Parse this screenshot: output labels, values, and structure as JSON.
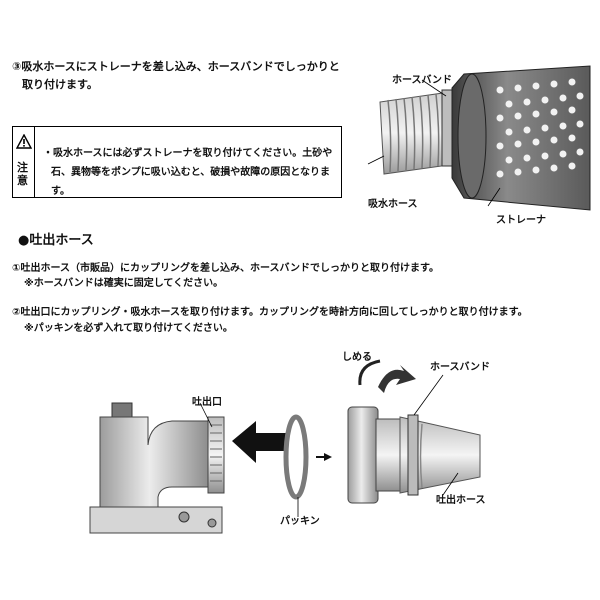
{
  "step3": {
    "line1": "③吸水ホースにストレーナを差し込み、ホースバンドでしっかりと",
    "line2": "取り付けます。"
  },
  "caution": {
    "word_top": "注",
    "word_bottom": "意",
    "line1": "・吸水ホースには必ずストレーナを取り付けてください。土砂や",
    "line2": "石、異物等をポンプに吸い込むと、破損や故障の原因となります。"
  },
  "strainer_figure": {
    "label_band": "ホースバンド",
    "label_hose": "吸水ホース",
    "label_strainer": "ストレーナ"
  },
  "discharge": {
    "heading": "●吐出ホース",
    "step1_line1": "①吐出ホース（市販品）にカップリングを差し込み、ホースバンドでしっかりと取り付けます。",
    "step1_line2": "※ホースバンドは確実に固定してください。",
    "step2_line1": "②吐出口にカップリング・吸水ホースを取り付けます。カップリングを時計方向に回してしっかりと取り付けます。",
    "step2_line2": "※パッキンを必ず入れて取り付けてください。"
  },
  "coupling_figure": {
    "label_outlet": "吐出口",
    "label_tighten": "しめる",
    "label_band": "ホースバンド",
    "label_packing": "パッキン",
    "label_hose": "吐出ホース"
  }
}
